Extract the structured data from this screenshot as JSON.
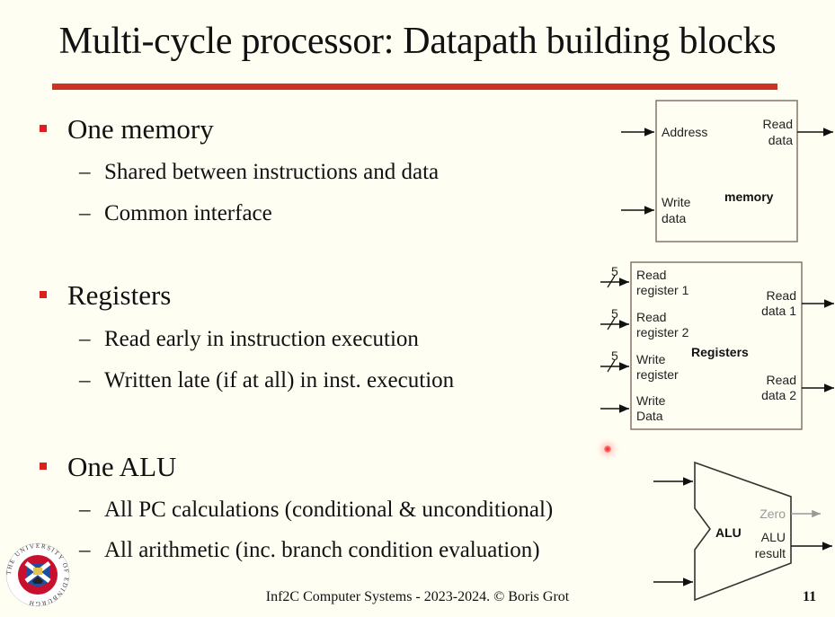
{
  "slide": {
    "title": "Multi-cycle processor: Datapath building blocks",
    "accent_color": "#cc3322",
    "bullet_color": "#dd1f1f",
    "sections": [
      {
        "heading": "One memory",
        "points": [
          "Shared between instructions and data",
          "Common interface"
        ]
      },
      {
        "heading": "Registers",
        "points": [
          "Read early in instruction execution",
          "Written late (if at all) in inst. execution"
        ]
      },
      {
        "heading": "One ALU",
        "points": [
          "All PC calculations (conditional & unconditional)",
          "All arithmetic (inc. branch condition evaluation)"
        ]
      }
    ],
    "dash": "–",
    "footer": "Inf2C Computer Systems - 2023-2024. © Boris Grot",
    "page_number": "11",
    "logo_text": "THE UNIVERSITY OF EDINBURGH"
  },
  "diagrams": {
    "memory": {
      "name": "memory",
      "address": "Address",
      "read_data": [
        "Read",
        "data"
      ],
      "write_data": [
        "Write",
        "data"
      ]
    },
    "registers": {
      "name": "Registers",
      "bus_width": "5",
      "read_register_1": [
        "Read",
        "register 1"
      ],
      "read_register_2": [
        "Read",
        "register 2"
      ],
      "write_register": [
        "Write",
        "register"
      ],
      "write_data": [
        "Write",
        "Data"
      ],
      "read_data_1": [
        "Read",
        "data 1"
      ],
      "read_data_2": [
        "Read",
        "data 2"
      ]
    },
    "alu": {
      "name": "ALU",
      "zero": "Zero",
      "result": [
        "ALU",
        "result"
      ]
    }
  }
}
